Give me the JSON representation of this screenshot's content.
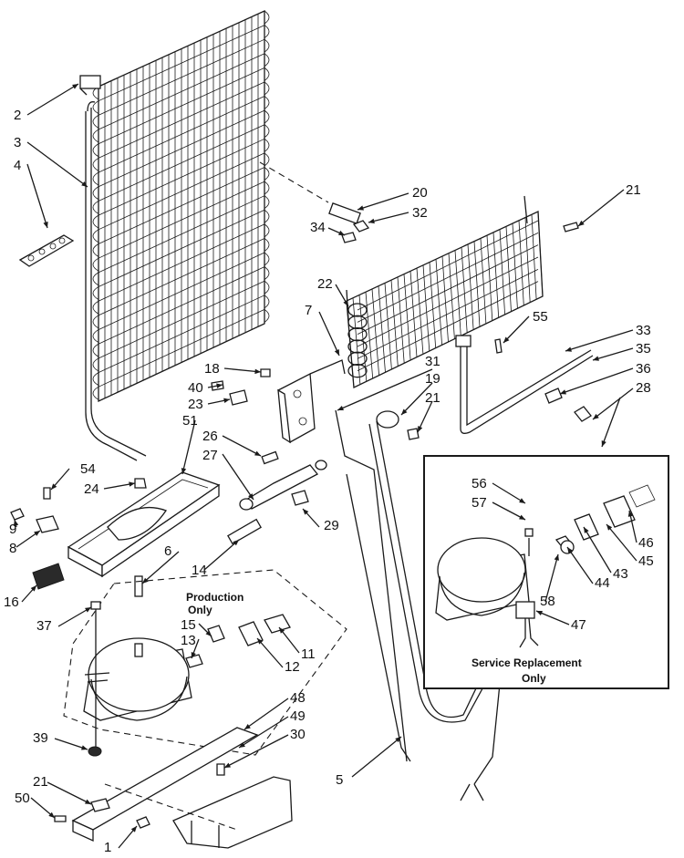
{
  "callouts": {
    "c1": "1",
    "c2": "2",
    "c3": "3",
    "c4": "4",
    "c5": "5",
    "c6": "6",
    "c7": "7",
    "c8": "8",
    "c9": "9",
    "c11": "11",
    "c12": "12",
    "c13": "13",
    "c14": "14",
    "c15": "15",
    "c16": "16",
    "c18": "18",
    "c19": "19",
    "c20": "20",
    "c21a": "21",
    "c21b": "21",
    "c21c": "21",
    "c22": "22",
    "c23": "23",
    "c24": "24",
    "c26": "26",
    "c27": "27",
    "c28": "28",
    "c29": "29",
    "c30": "30",
    "c31": "31",
    "c32": "32",
    "c33": "33",
    "c34": "34",
    "c35": "35",
    "c36": "36",
    "c37": "37",
    "c39": "39",
    "c40": "40",
    "c43": "43",
    "c44": "44",
    "c45": "45",
    "c46": "46",
    "c47": "47",
    "c48": "48",
    "c49": "49",
    "c50": "50",
    "c51": "51",
    "c54": "54",
    "c55": "55",
    "c56": "56",
    "c57": "57",
    "c58": "58"
  },
  "labels": {
    "production_line1": "Production",
    "production_line2": "Only",
    "service_line1": "Service Replacement",
    "service_line2": "Only"
  }
}
